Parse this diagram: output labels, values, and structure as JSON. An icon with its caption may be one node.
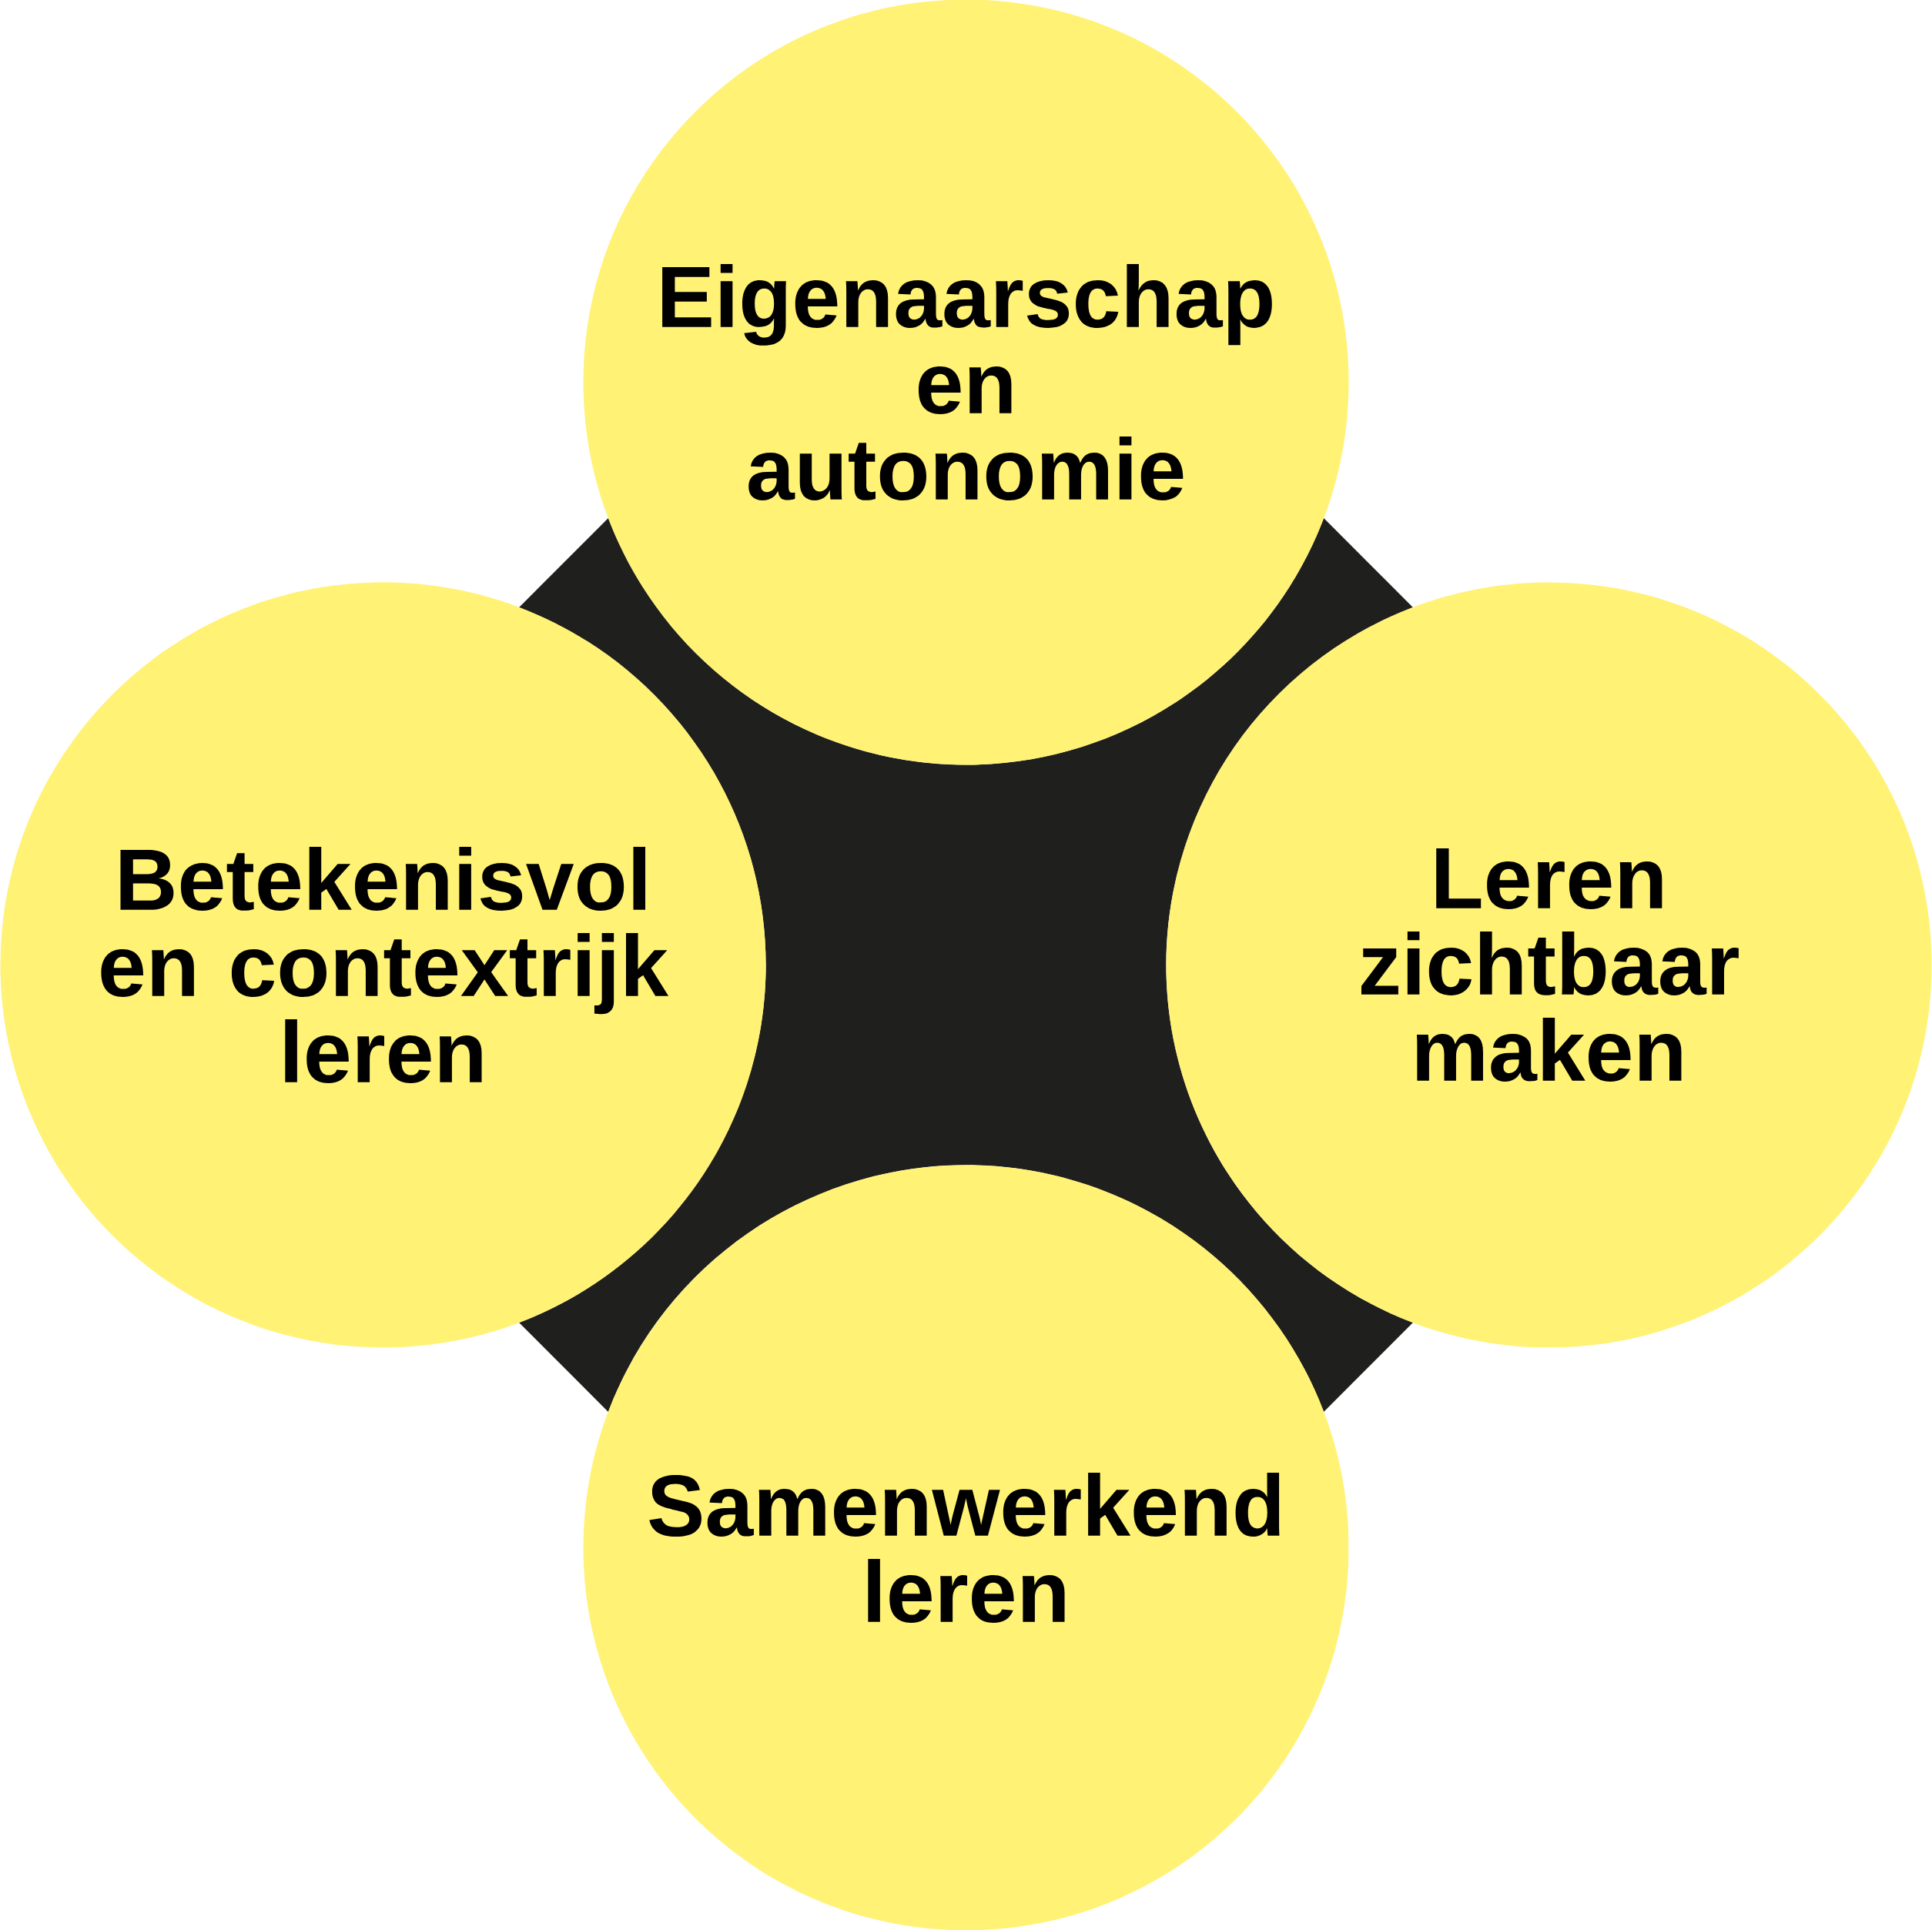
{
  "diagram": {
    "nodes": [
      {
        "text": [
          "Eigenaarschap en autonomie"
        ]
      },
      {
        "text": [
          "Betekenisvol en contextrijk leren"
        ]
      },
      {
        "text": [
          "Leren zichtbaar maken"
        ]
      },
      {
        "text": [
          "Samenwerkend leren"
        ]
      },
      {
        "text": [],
        "shape": "diamond"
      }
    ]
  }
}
